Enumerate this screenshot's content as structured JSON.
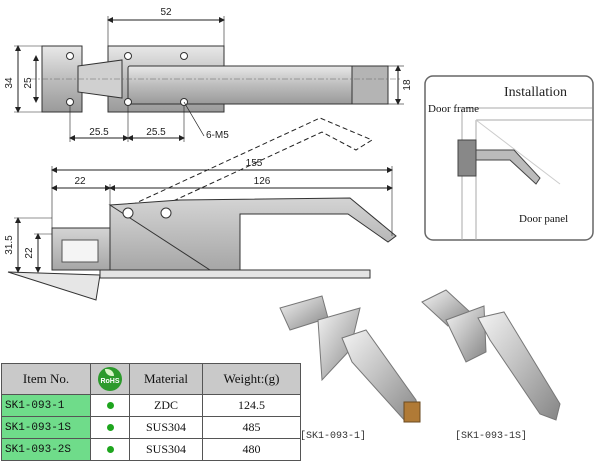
{
  "dims": {
    "top_width": "52",
    "height_34": "34",
    "height_25": "25",
    "height_18": "18",
    "spacing_a": "25.5",
    "spacing_b": "25.5",
    "screws": "6-M5",
    "overall_155": "155",
    "offset_22": "22",
    "handle_126": "126",
    "side_31_5": "31.5",
    "side_22": "22"
  },
  "installation": {
    "title": "Installation",
    "door_frame": "Door frame",
    "door_panel": "Door panel"
  },
  "captions": {
    "left": "[SK1-093-1]",
    "right": "[SK1-093-1S]"
  },
  "table": {
    "headers": {
      "item": "Item No.",
      "rohs": "RoHS",
      "material": "Material",
      "weight": "Weight:(g)"
    },
    "rows": [
      {
        "item": "SK1-093-1",
        "material": "ZDC",
        "weight": "124.5"
      },
      {
        "item": "SK1-093-1S",
        "material": "SUS304",
        "weight": "485"
      },
      {
        "item": "SK1-093-2S",
        "material": "SUS304",
        "weight": "480"
      }
    ]
  },
  "colors": {
    "metal": "#c8c8c8",
    "metal_dark": "#8a8a8a",
    "row_green": "#6fdc8a",
    "header_gray": "#c9c9c9",
    "rohs_green": "#2c9a2c"
  }
}
